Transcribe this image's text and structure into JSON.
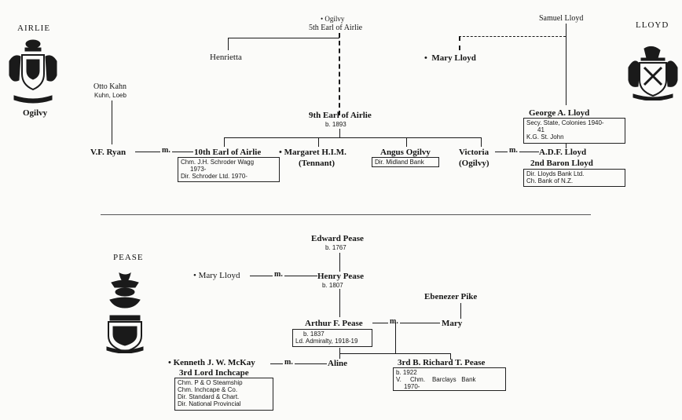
{
  "houses": {
    "airlie": "AIRLIE",
    "airlie_sub": "Ogilvy",
    "lloyd": "LLOYD",
    "pease": "PEASE"
  },
  "marker": {
    "married": "m.",
    "bullet": "•"
  },
  "airlie": {
    "ogilvy_top": "Ogilvy",
    "fifth_earl": "5th Earl of Airlie",
    "henrietta": "Henrietta",
    "ninth_earl": "9th Earl of Airlie",
    "ninth_born": "b. 1893",
    "otto_kahn": "Otto Kahn",
    "kuhn_loeb": "Kuhn, Loeb",
    "vf_ryan": "V.F. Ryan",
    "tenth_earl": "10th Earl of Airlie",
    "tenth_box": [
      "Chm. J.H. Schroder Wagg",
      "1973-",
      "Dir. Schroder Ltd. 1970-"
    ],
    "margaret": "Margaret H.I.M.",
    "tennant": "(Tennant)",
    "angus": "Angus Ogilvy",
    "angus_box": [
      "Dir. Midland Bank"
    ],
    "victoria": "Victoria",
    "victoria_ogilvy": "(Ogilvy)"
  },
  "lloyd": {
    "samuel": "Samuel Lloyd",
    "mary": "Mary Lloyd",
    "george": "George A. Lloyd",
    "george_box": [
      "Secy. State, Colonies 1940-",
      "41",
      "K.G. St. John"
    ],
    "adf": "A.D.F. Lloyd",
    "adf_title": "2nd Baron Lloyd",
    "adf_box": [
      "Dir. Lloyds Bank Ltd.",
      "Ch. Bank of N.Z."
    ]
  },
  "pease": {
    "edward": "Edward Pease",
    "edward_born": "b. 1767",
    "mary_lloyd": "Mary Lloyd",
    "henry": "Henry Pease",
    "henry_born": "b. 1807",
    "ebenezer": "Ebenezer Pike",
    "arthur": "Arthur F. Pease",
    "arthur_box": [
      "b. 1837",
      "Ld. Admiralty, 1918-19"
    ],
    "mary": "Mary",
    "kenneth": "Kenneth J. W. McKay",
    "inchcape": "3rd Lord Inchcape",
    "kenneth_box": [
      "Chm. P & O Steamship",
      "Chm. Inchcape & Co.",
      "Dir. Standard & Chart.",
      "Dir. National Provincial"
    ],
    "aline": "Aline",
    "richard": "3rd B. Richard T. Pease",
    "richard_box": [
      "b. 1922",
      "V.     Chm.    Barclays   Bank",
      "1970-"
    ]
  },
  "icons": [
    "airlie-crest-icon",
    "lloyd-crest-icon",
    "pease-crest-icon"
  ],
  "colors": {
    "ink": "#151515",
    "paper": "#fbfbf9"
  }
}
